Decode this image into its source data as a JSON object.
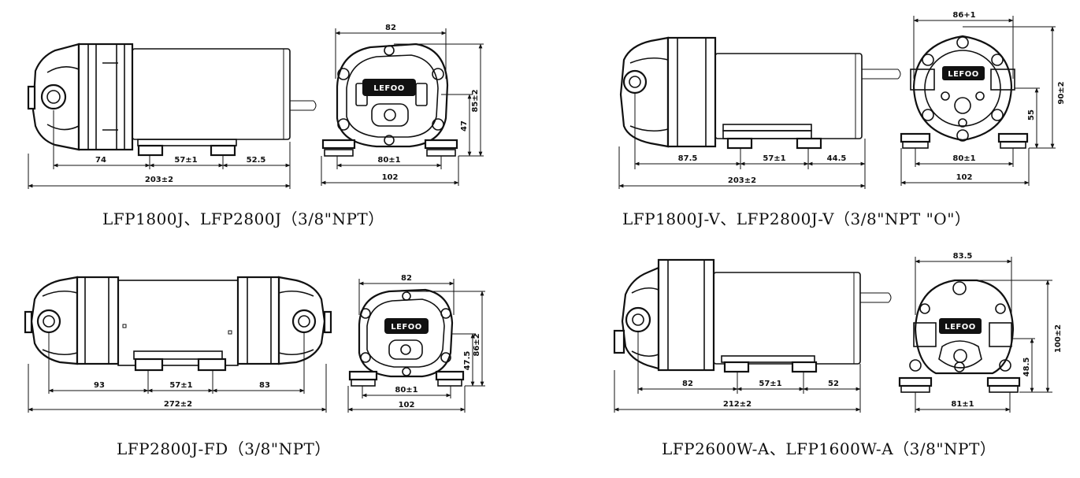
{
  "colors": {
    "ink": "#111111",
    "background": "#ffffff"
  },
  "logo_text": "LEFOO",
  "pumps": [
    {
      "caption": "LFP1800J、LFP2800J（3/8\"NPT）",
      "side_dims": {
        "left": "74",
        "center": "57±1",
        "right": "52.5",
        "total": "203±2"
      },
      "front_dims": {
        "top": "82",
        "height": "85±2",
        "inner": "47",
        "feet": "80±1",
        "base": "102"
      }
    },
    {
      "caption": "LFP1800J-V、LFP2800J-V（3/8\"NPT \"O\"）",
      "side_dims": {
        "left": "87.5",
        "center": "57±1",
        "right": "44.5",
        "total": "203±2"
      },
      "front_dims": {
        "top": "86+1",
        "height": "90±2",
        "inner": "55",
        "feet": "80±1",
        "base": "102"
      }
    },
    {
      "caption": "LFP2800J-FD（3/8\"NPT）",
      "side_dims": {
        "left": "93",
        "center": "57±1",
        "right": "83",
        "total": "272±2"
      },
      "front_dims": {
        "top": "82",
        "height": "86±2",
        "inner": "47.5",
        "feet": "80±1",
        "base": "102"
      }
    },
    {
      "caption": "LFP2600W-A、LFP1600W-A（3/8\"NPT）",
      "side_dims": {
        "left": "82",
        "center": "57±1",
        "right": "52",
        "total": "212±2"
      },
      "front_dims": {
        "top": "83.5",
        "height": "100±2",
        "inner": "48.5",
        "feet": "81±1"
      }
    }
  ]
}
